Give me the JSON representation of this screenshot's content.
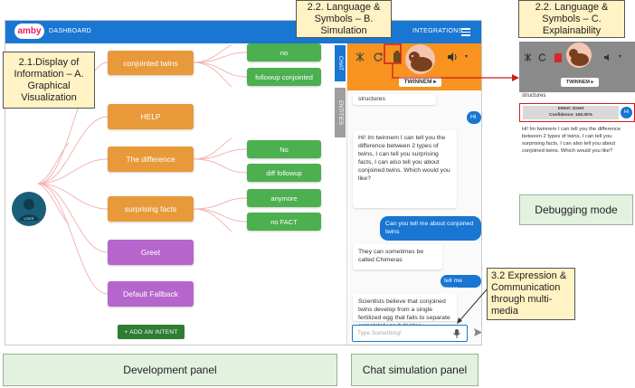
{
  "header": {
    "logo": "amby",
    "dashboard_label": "DASHBOARD",
    "integrations_label": "INTEGRATIONS"
  },
  "intents": [
    {
      "label": "conjointed twins",
      "color": "orange"
    },
    {
      "label": "HELP",
      "color": "orange"
    },
    {
      "label": "The difference",
      "color": "orange"
    },
    {
      "label": "surprising facts",
      "color": "orange"
    },
    {
      "label": "Greet",
      "color": "purple"
    },
    {
      "label": "Default Fallback",
      "color": "purple"
    }
  ],
  "followups": [
    "no",
    "followup conjointed",
    "No",
    "diff followup",
    "anymore",
    "no FACT"
  ],
  "add_intent_label": "+ ADD AN INTENT",
  "user_label": "USER",
  "chat": {
    "tab_chat": "CHAT",
    "tab_entities": "ENTITIES",
    "bot_name_button": "TWINNEM ▸",
    "messages": [
      {
        "from": "bot",
        "text": "structures"
      },
      {
        "from": "user",
        "text": "Hi"
      },
      {
        "from": "bot",
        "text": "Hi! Im twinnem I can tell you the difference between 2 types of twins, I can tell you  surprising facts, I can also tell you about conjoined twins. Which would you like?"
      },
      {
        "from": "user",
        "text": "Can you tell me about conjoined twins"
      },
      {
        "from": "bot",
        "text": "They can sometimes be called Chimeras"
      },
      {
        "from": "user",
        "text": "tell me more"
      },
      {
        "from": "bot",
        "text": "Scientists believe that conjoined twins develop from a single fertilized egg that fails to separate completely as it divides."
      }
    ],
    "input_placeholder": "Type Something!"
  },
  "debug": {
    "bot_name_button": "TWINNEM ▸",
    "prev_message": "structures",
    "intent_line": "Intent: Greet",
    "confidence_line": "Confidence: 100.00%",
    "user_msg": "Hi",
    "bot_msg": "Hi! Im twinnem I can tell you the difference between 2 types of twins, I can tell you  surprising facts, I can also tell you about conjoined twins. Which would you like?"
  },
  "annotations": {
    "display_info": "2.1.Display of Information – A. Graphical Visualization",
    "lang_sim": "2.2. Language & Symbols – B. Simulation",
    "lang_explain": "2.2. Language & Symbols – C. Explainability",
    "debug_mode": "Debugging mode",
    "expression": "3.2 Expression & Communication through multi-media",
    "dev_panel": "Development panel",
    "chat_panel": "Chat simulation panel"
  },
  "colors": {
    "primary": "#1976d2",
    "orange": "#e8993a",
    "purple": "#b565cc",
    "green": "#4caf50",
    "chat_header": "#f7931e",
    "annotation_bg": "#fff2c4",
    "panel_label_bg": "#e3f1df",
    "highlight": "#cc1f1f"
  }
}
